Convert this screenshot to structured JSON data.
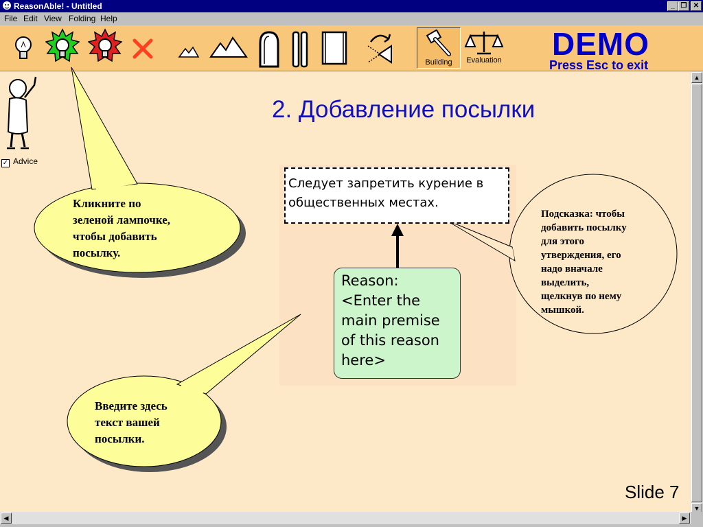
{
  "window": {
    "title": "ReasonAble! - Untitled"
  },
  "menu": {
    "items": [
      "File",
      "Edit",
      "View",
      "Folding",
      "Help"
    ]
  },
  "toolbar": {
    "tools": [
      "bulb-icon",
      "bulb-green-icon",
      "bulb-red-icon",
      "delete-x-icon",
      "small-mountain-icon",
      "mountains-icon",
      "tombstone-icon",
      "pillars-icon",
      "scroll-icon",
      "rotate-icon"
    ],
    "modes": {
      "building": "Building",
      "evaluation": "Evaluation",
      "active": "Building"
    }
  },
  "demo": {
    "title": "DEMO",
    "subtitle": "Press Esc to exit"
  },
  "slide": {
    "title": "2. Добавление посылки",
    "number": "Slide 7"
  },
  "advice": {
    "label": "Advice",
    "checked": true
  },
  "map": {
    "claim_lines": [
      "Следует запретить курение в",
      "общественных местах."
    ],
    "reason_lines": [
      "Reason:",
      "<Enter the",
      "main premise",
      "of this reason",
      "here>"
    ]
  },
  "callouts": {
    "green_bulb": [
      "Кликните по",
      "зеленой лампочке,",
      "чтобы добавить",
      "посылку."
    ],
    "enter_text": [
      "Введите здесь",
      "текст вашей",
      "посылки."
    ],
    "hint": [
      "Подсказка: чтобы",
      "добавить посылку",
      "для этого",
      "утверждения, его",
      "надо вначале",
      "выделить,",
      "щелкнув по нему",
      "мышкой."
    ]
  },
  "colors": {
    "toolbar": "#f9c77a",
    "canvas": "#fde9c8",
    "callout": "#fdfd9a",
    "reason": "#ccf5cc",
    "demo": "#0000cc"
  }
}
